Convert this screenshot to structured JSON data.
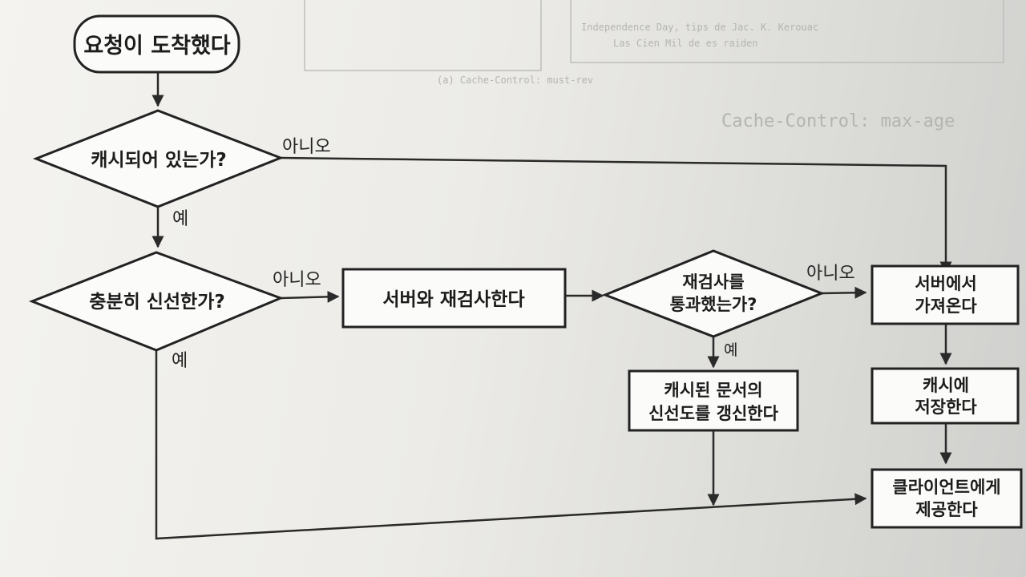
{
  "diagram": {
    "nodes": {
      "start": {
        "label": "요청이 도착했다"
      },
      "cached_q": {
        "label": "캐시되어 있는가?"
      },
      "fresh_q": {
        "label": "충분히 신선한가?"
      },
      "revalidate": {
        "label": "서버와 재검사한다"
      },
      "pass_q": {
        "lines": [
          "재검사를",
          "통과했는가?"
        ]
      },
      "update_fresh": {
        "lines": [
          "캐시된 문서의",
          "신선도를 갱신한다"
        ]
      },
      "fetch": {
        "lines": [
          "서버에서",
          "가져온다"
        ]
      },
      "store": {
        "lines": [
          "캐시에",
          "저장한다"
        ]
      },
      "serve": {
        "lines": [
          "클라이언트에게",
          "제공한다"
        ]
      }
    },
    "edge_labels": {
      "cached_no": "아니오",
      "cached_yes": "예",
      "fresh_no": "아니오",
      "fresh_yes": "예",
      "pass_no": "아니오",
      "pass_yes": "예"
    }
  },
  "background": {
    "fragments": [
      "Independence Day, tips de Jac. K. Kerouac",
      "Las Cien Mil de es raiden",
      "(a) Cache-Control: must-rev",
      "Cache-Control: max-age"
    ]
  },
  "colors": {
    "ink": "#222222",
    "paper": "#f4f3ef"
  }
}
